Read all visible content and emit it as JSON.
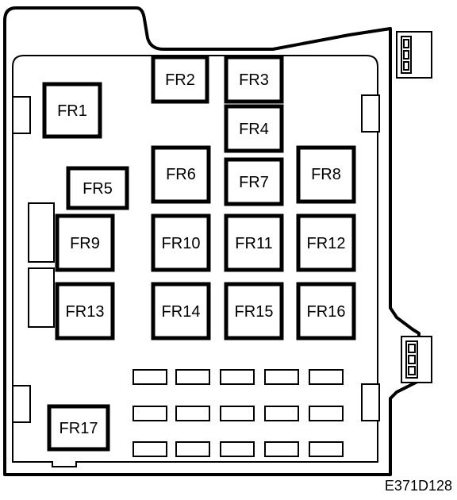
{
  "diagram": {
    "code": "E371D128",
    "fuses": [
      "FR1",
      "FR2",
      "FR3",
      "FR4",
      "FR5",
      "FR6",
      "FR7",
      "FR8",
      "FR9",
      "FR10",
      "FR11",
      "FR12",
      "FR13",
      "FR14",
      "FR15",
      "FR16",
      "FR17"
    ]
  },
  "colors": {
    "line": "#000000",
    "background": "#ffffff"
  }
}
